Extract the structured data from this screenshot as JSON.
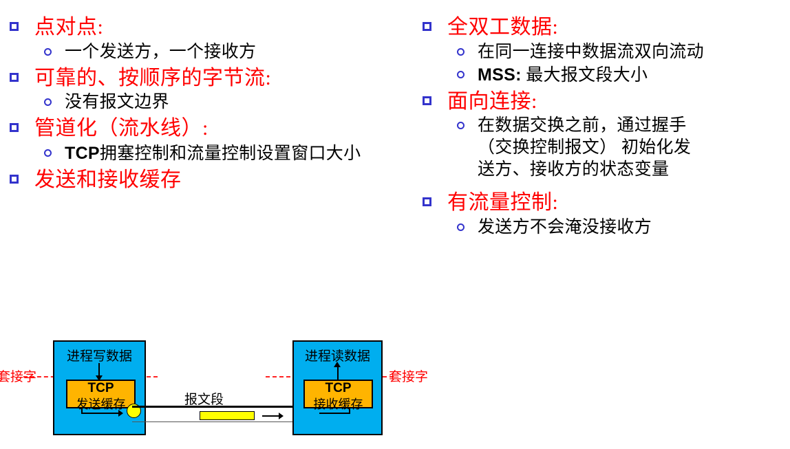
{
  "slide": {
    "left_column": [
      {
        "label": "点对点:",
        "sub": [
          {
            "text": "一个发送方，一个接收方"
          }
        ]
      },
      {
        "label": "可靠的、按顺序的字节流:",
        "sub": [
          {
            "text": "没有报文边界"
          }
        ]
      },
      {
        "label": "管道化（流水线）:",
        "sub": [
          {
            "strong": "TCP",
            "text": "拥塞控制和流量控制设置窗口大小"
          }
        ]
      },
      {
        "label": " 发送和接收缓存",
        "sub": []
      }
    ],
    "right_column": [
      {
        "label": "全双工数据:",
        "sub": [
          {
            "text": "在同一连接中数据流双向流动"
          },
          {
            "strong": "MSS:",
            "text": " 最大报文段大小"
          }
        ]
      },
      {
        "label": "面向连接:",
        "sub": [
          {
            "text": "在数据交换之前，通过握手（交换控制报文） 初始化发送方、接收方的状态变量"
          }
        ]
      },
      {
        "label": "有流量控制:",
        "sub": [
          {
            "text": "发送方不会淹没接收方"
          }
        ]
      }
    ]
  },
  "diagram": {
    "host_left": {
      "title": "进程写数据",
      "tcp": "TCP",
      "buffer": "发送缓存"
    },
    "host_right": {
      "title": "进程读数据",
      "tcp": "TCP",
      "buffer": "接收缓存"
    },
    "socket_label_left": "套接字",
    "socket_label_right": "套接字",
    "segment_label": "报文段"
  },
  "colors": {
    "bullet_text": "#ff0000",
    "bullet_marker": "#3333cc",
    "body_text": "#000000",
    "host_fill": "#00aeef",
    "buffer_fill": "#ffb400",
    "socket_fill": "#ffff00",
    "socket_line": "#ff2222"
  }
}
